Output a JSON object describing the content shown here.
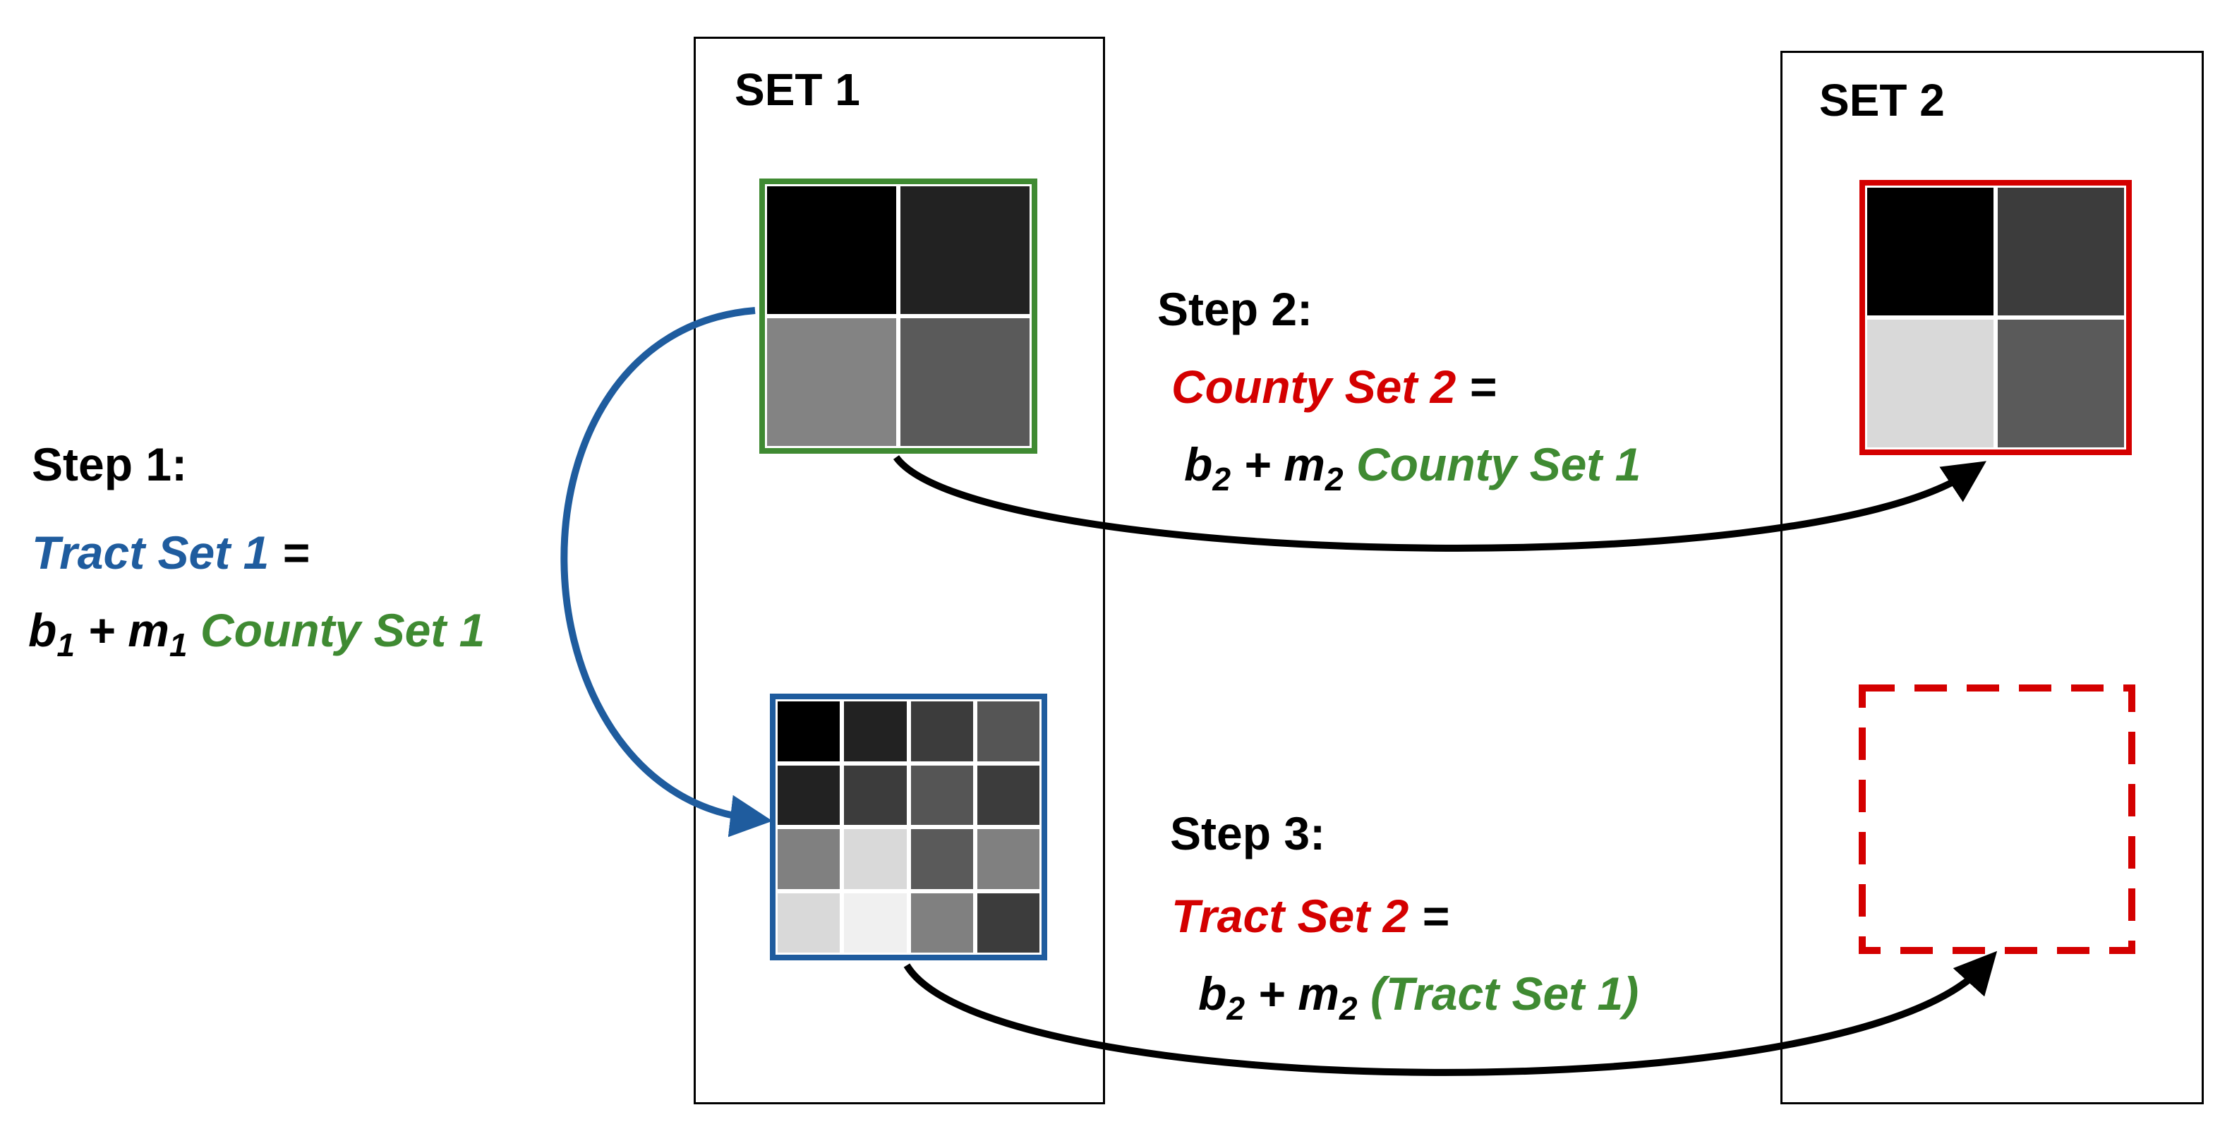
{
  "colors": {
    "blue": "#1f5c9e",
    "green": "#3f8a32",
    "red": "#d40000",
    "black": "#000000"
  },
  "set1": {
    "title": "SET 1",
    "county_grid": [
      "#000000",
      "#222222",
      "#838383",
      "#5a5a5a"
    ],
    "tract_grid": [
      "#000000",
      "#222222",
      "#3c3c3c",
      "#555555",
      "#222222",
      "#3c3c3c",
      "#555555",
      "#3c3c3c",
      "#808080",
      "#d9d9d9",
      "#5a5a5a",
      "#808080",
      "#d9d9d9",
      "#f0f0f0",
      "#808080",
      "#3c3c3c"
    ]
  },
  "set2": {
    "title": "SET 2",
    "county_grid": [
      "#000000",
      "#3c3c3c",
      "#d9d9d9",
      "#5a5a5a"
    ]
  },
  "step1": {
    "heading": "Step 1:",
    "lhs": "Tract Set 1",
    "eq": " =",
    "b": "b",
    "b_sub": "1",
    "plus": " + ",
    "m": "m",
    "m_sub": "1",
    "rhs": "County Set 1"
  },
  "step2": {
    "heading": "Step 2:",
    "lhs": "County Set 2",
    "eq": " =",
    "b": "b",
    "b_sub": "2",
    "plus": " + ",
    "m": "m",
    "m_sub": "2",
    "rhs": "County Set 1"
  },
  "step3": {
    "heading": "Step 3:",
    "lhs": "Tract Set 2",
    "eq": " =",
    "b": "b",
    "b_sub": "2",
    "plus": " + ",
    "m": "m",
    "m_sub": "2",
    "rhs": "(Tract Set 1)"
  }
}
